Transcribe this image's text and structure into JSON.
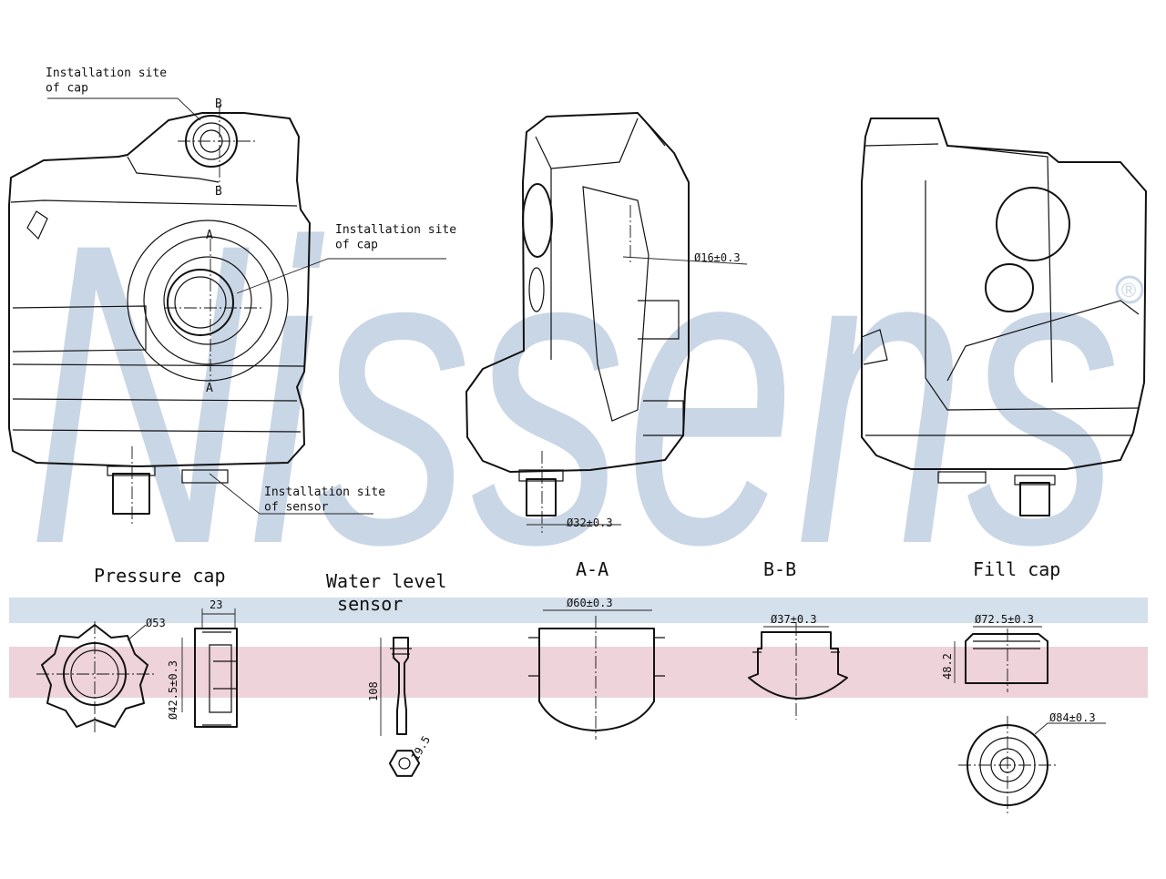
{
  "brand": {
    "watermark": "Nissens",
    "registered_mark": "®",
    "watermark_color": "#c9d6e6",
    "band_blue": "#d4e0ec",
    "band_pink": "#eed3da"
  },
  "drawing": {
    "line_color": "#111111",
    "front_view": {
      "callout_cap_top": "Installation site\nof cap",
      "callout_cap_mid": "Installation site\nof cap",
      "callout_sensor": "Installation site\nof sensor",
      "section_a_top": "A",
      "section_a_bottom": "A",
      "section_b_top": "B",
      "section_b_bottom": "B"
    },
    "side_view": {
      "dim_16": "Ø16±0.3",
      "dim_32": "Ø32±0.3"
    },
    "details": {
      "pressure_cap": {
        "title": "Pressure cap",
        "dim_53": "Ø53",
        "dim_23": "23",
        "dim_42": "Ø42.5±0.3"
      },
      "water_level_sensor": {
        "title": "Water level\n sensor",
        "dim_108": "108",
        "dim_19": "19.5"
      },
      "section_aa": {
        "title": "A-A",
        "dim_60": "Ø60±0.3"
      },
      "section_bb": {
        "title": "B-B",
        "dim_37": "Ø37±0.3"
      },
      "fill_cap": {
        "title": "Fill cap",
        "dim_72": "Ø72.5±0.3",
        "dim_48": "48.2",
        "dim_84": "Ø84±0.3"
      }
    }
  }
}
